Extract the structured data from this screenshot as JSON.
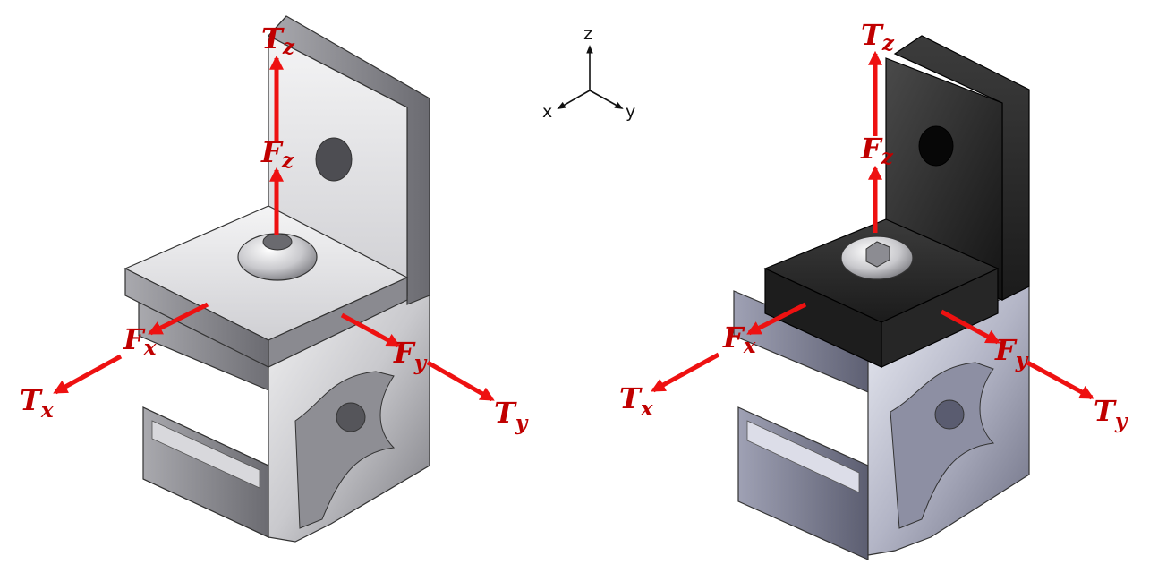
{
  "colors": {
    "arrow": "#ee1111",
    "label": "#c00000",
    "aluminum_light": "#e6e6e8",
    "aluminum_mid": "#bdbdc2",
    "aluminum_dark": "#6f6f75",
    "profile_blue_light": "#dfe0ea",
    "profile_blue_mid": "#a7a9bb",
    "profile_blue_dark": "#5d5f72",
    "black_bracket_light": "#3a3a3a",
    "black_bracket_dark": "#111111"
  },
  "axes_triad": {
    "z_label": "z",
    "x_label": "x",
    "y_label": "y"
  },
  "left_assembly": {
    "labels": {
      "tz": {
        "main": "T",
        "sub": "z"
      },
      "fz": {
        "main": "F",
        "sub": "z"
      },
      "fx": {
        "main": "F",
        "sub": "x"
      },
      "tx": {
        "main": "T",
        "sub": "x"
      },
      "fy": {
        "main": "F",
        "sub": "y"
      },
      "ty": {
        "main": "T",
        "sub": "y"
      }
    }
  },
  "right_assembly": {
    "labels": {
      "tz": {
        "main": "T",
        "sub": "z"
      },
      "fz": {
        "main": "F",
        "sub": "z"
      },
      "fx": {
        "main": "F",
        "sub": "x"
      },
      "tx": {
        "main": "T",
        "sub": "x"
      },
      "fy": {
        "main": "F",
        "sub": "y"
      },
      "ty": {
        "main": "T",
        "sub": "y"
      }
    }
  }
}
